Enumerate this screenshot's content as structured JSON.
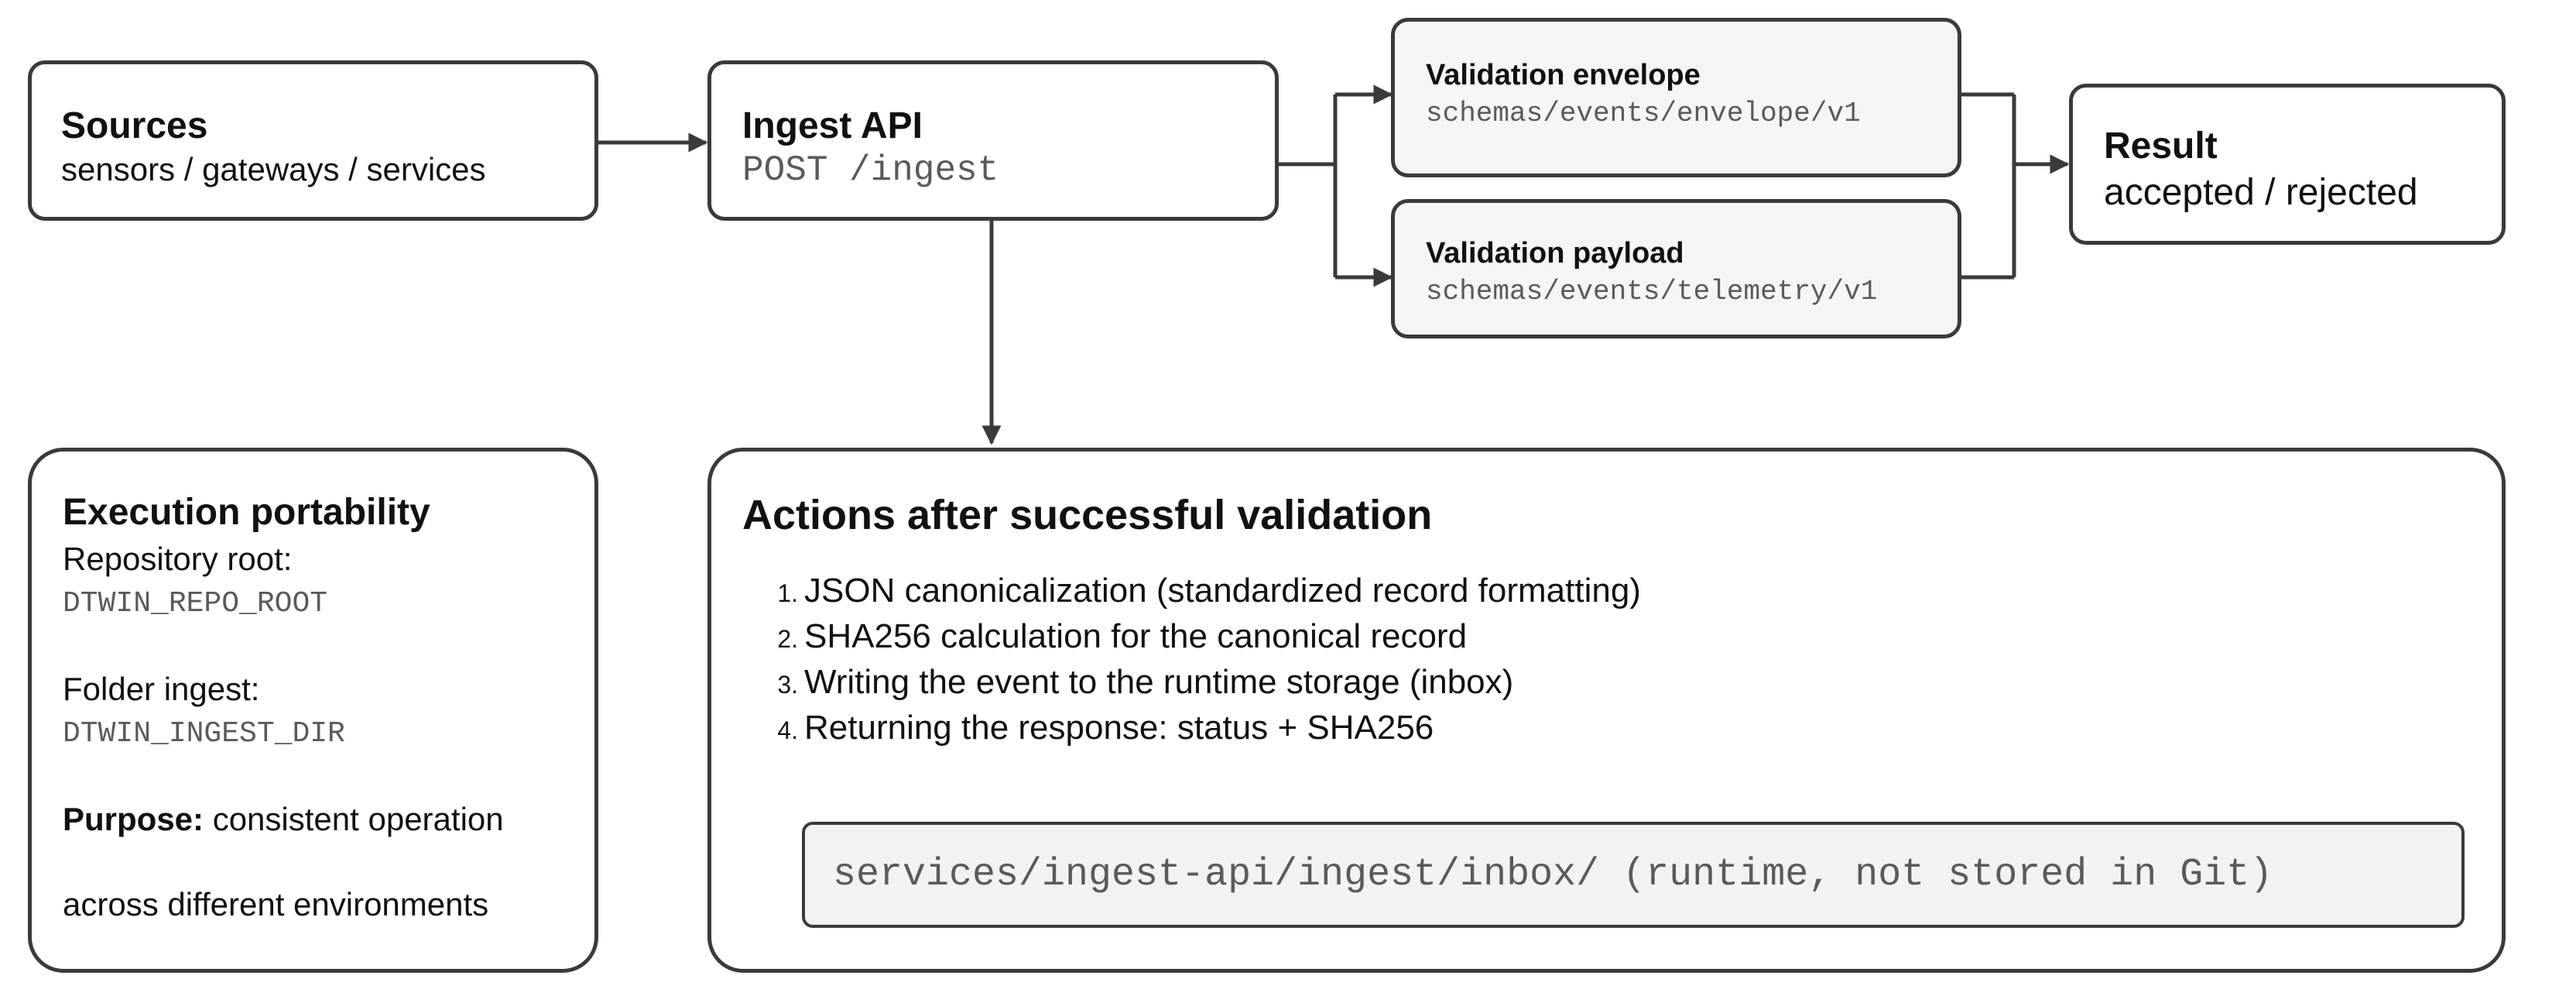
{
  "sources": {
    "title": "Sources",
    "subtitle": "sensors / gateways / services"
  },
  "ingest_api": {
    "title": "Ingest API",
    "endpoint": "POST /ingest"
  },
  "validation_envelope": {
    "title": "Validation envelope",
    "schema": "schemas/events/envelope/v1"
  },
  "validation_payload": {
    "title": "Validation payload",
    "schema": "schemas/events/telemetry/v1"
  },
  "result": {
    "title": "Result",
    "value": "accepted / rejected"
  },
  "portability": {
    "title": "Execution portability",
    "repo_label": "Repository root:",
    "repo_var": "DTWIN_REPO_ROOT",
    "folder_label": "Folder ingest:",
    "folder_var": "DTWIN_INGEST_DIR",
    "purpose_label": "Purpose:",
    "purpose_text": "consistent operation",
    "purpose_text_2": "across different environments"
  },
  "actions": {
    "title": "Actions after successful validation",
    "steps": [
      {
        "num": "1.",
        "text": "JSON canonicalization (standardized record formatting)"
      },
      {
        "num": "2.",
        "text": "SHA256 calculation for the canonical record"
      },
      {
        "num": "3.",
        "text": "Writing the event to the runtime storage (inbox)"
      },
      {
        "num": "4.",
        "text": "Returning the response: status + SHA256"
      }
    ],
    "storage_path": "services/ingest-api/ingest/inbox/ (runtime, not stored in Git)"
  },
  "colors": {
    "border": "#3a3a3a",
    "gray_fill": "#f5f5f5",
    "mono_text": "#5a5a5a"
  }
}
